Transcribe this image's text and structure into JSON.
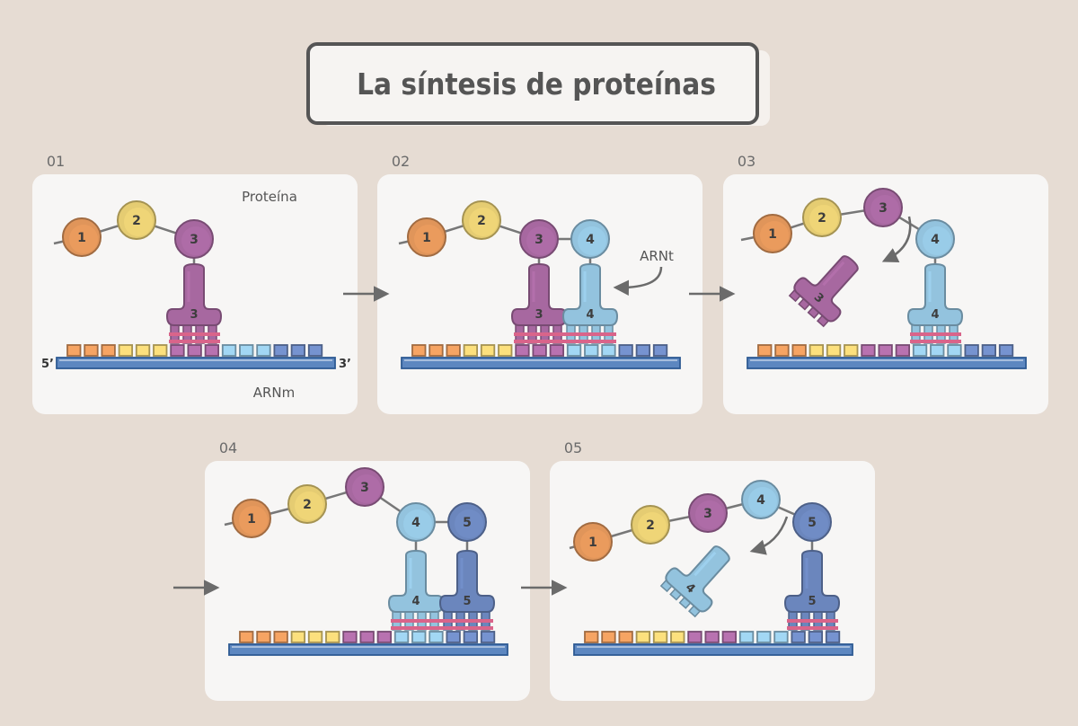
{
  "title": "La síntesis de proteínas",
  "labels": {
    "protein": "Proteína",
    "mrna": "ARNm",
    "trna": "ARNt",
    "five_prime": "5’",
    "three_prime": "3’"
  },
  "steps": [
    {
      "number": "01",
      "amino_acids": [
        "1",
        "2",
        "3"
      ],
      "trnas": [
        "3"
      ],
      "released_trna": ""
    },
    {
      "number": "02",
      "amino_acids": [
        "1",
        "2",
        "3",
        "4"
      ],
      "trnas": [
        "3",
        "4"
      ],
      "released_trna": ""
    },
    {
      "number": "03",
      "amino_acids": [
        "1",
        "2",
        "3",
        "4"
      ],
      "trnas": [
        "4"
      ],
      "released_trna": "3"
    },
    {
      "number": "04",
      "amino_acids": [
        "1",
        "2",
        "3",
        "4",
        "5"
      ],
      "trnas": [
        "4",
        "5"
      ],
      "released_trna": ""
    },
    {
      "number": "05",
      "amino_acids": [
        "1",
        "2",
        "3",
        "4",
        "5"
      ],
      "trnas": [
        "5"
      ],
      "released_trna": "4"
    }
  ],
  "colors": {
    "background": "#e6dcd3",
    "panel": "#f7f6f5",
    "aa1": "#e0955a",
    "aa2": "#e5cc72",
    "aa3": "#a768a0",
    "aa4": "#93c3de",
    "aa5": "#6b86bd",
    "mrna_strand": "#5d87c0",
    "codon_pair": "#d9648a",
    "arrow": "#6b6b6b"
  },
  "icons": {
    "arrow": "arrow-right-icon"
  }
}
